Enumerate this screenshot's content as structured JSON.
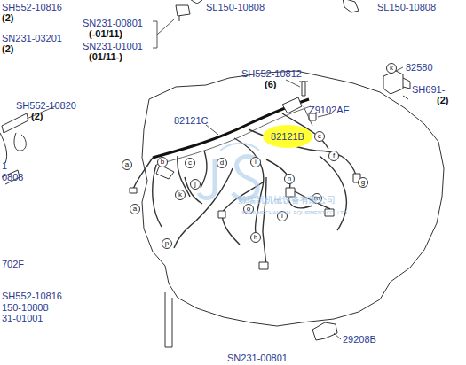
{
  "diagram": {
    "nodes": [
      {
        "text": [
          "82121B"
        ]
      },
      {
        "text": [
          "a"
        ]
      },
      {
        "text": [
          "b"
        ]
      },
      {
        "text": [
          "c"
        ]
      },
      {
        "text": [
          "d"
        ]
      },
      {
        "text": [
          "i"
        ]
      },
      {
        "text": [
          "e"
        ]
      },
      {
        "text": [
          "f"
        ]
      },
      {
        "text": [
          "k"
        ]
      },
      {
        "text": [
          "j"
        ]
      },
      {
        "text": [
          "g"
        ]
      },
      {
        "text": [
          "a"
        ]
      },
      {
        "text": [
          "n"
        ]
      },
      {
        "text": [
          "o"
        ]
      },
      {
        "text": [
          "l"
        ]
      },
      {
        "text": [
          "m"
        ]
      },
      {
        "text": [
          "h"
        ]
      },
      {
        "text": [
          "p"
        ]
      },
      {
        "text": [
          "k"
        ]
      }
    ],
    "labels": [
      "SH552-10816",
      "(2)",
      "SN231-00801",
      "(-01/11)",
      "SN231-01001",
      "(01/11-)",
      "SL150-10808",
      "SL150-10808",
      "SN231-03201",
      "(2)",
      "82580",
      "SH691-",
      "(2)",
      "SH552-10812",
      "(6)",
      "SH552-10820",
      "(2)",
      "82121C",
      "Z9102AE",
      "1",
      "0808",
      "702F",
      "SH552-10816",
      "150-10808",
      "31-01001",
      "29208B",
      "SN231-00801",
      "鲸瑞凯机械设备有限公司",
      "XIRUI MECHANICAL EQUIPMENT CO.,LTD"
    ]
  }
}
